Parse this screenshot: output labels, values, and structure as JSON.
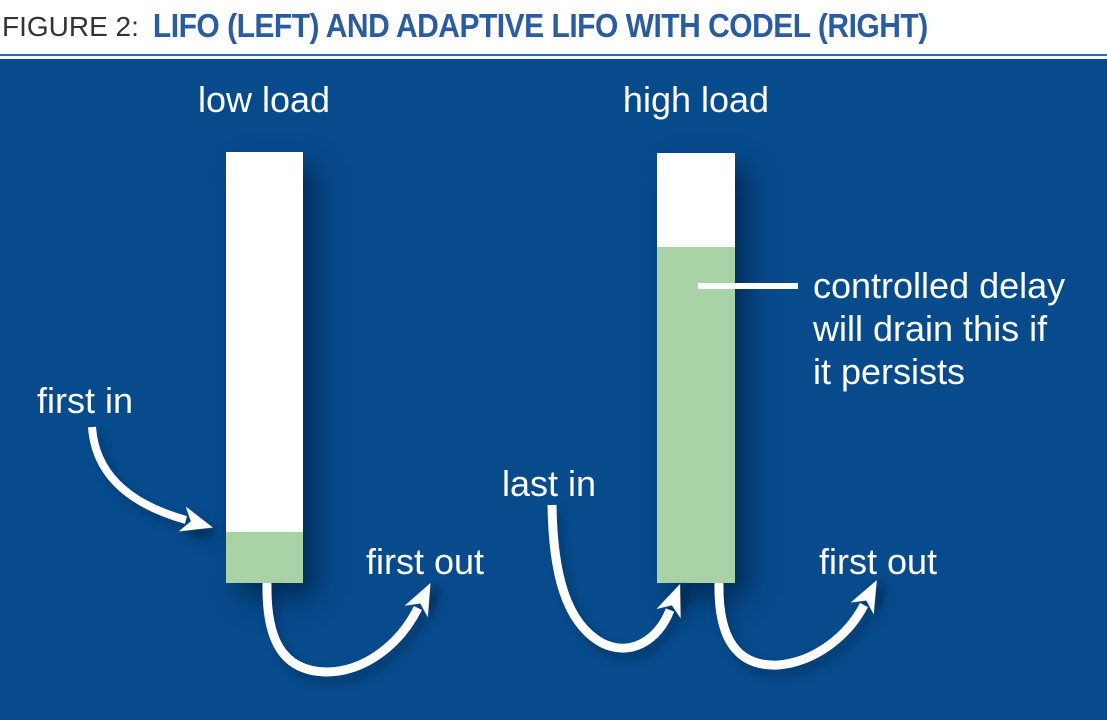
{
  "figure": {
    "label": "FIGURE 2:",
    "title": "LIFO (LEFT) AND ADAPTIVE LIFO WITH CODEL (RIGHT)"
  },
  "left_queue": {
    "load_label": "low load",
    "first_in_label": "first in",
    "first_out_label": "first out",
    "state": "nearly empty, small occupied region at bottom"
  },
  "right_queue": {
    "load_label": "high load",
    "last_in_label": "last in",
    "first_out_label": "first out",
    "callout_lines": [
      "controlled delay",
      "will drain this if",
      "it persists"
    ],
    "state": "mostly full, large occupied region"
  },
  "colors": {
    "panel_background": "#074b8d",
    "queue_empty": "#ffffff",
    "queue_occupied": "#a9d3a7",
    "arrow": "#ffffff",
    "label_text": "#ffffff",
    "title_accent": "#2b5c9f",
    "title_label": "#333333",
    "rule": "#2e6bad"
  }
}
